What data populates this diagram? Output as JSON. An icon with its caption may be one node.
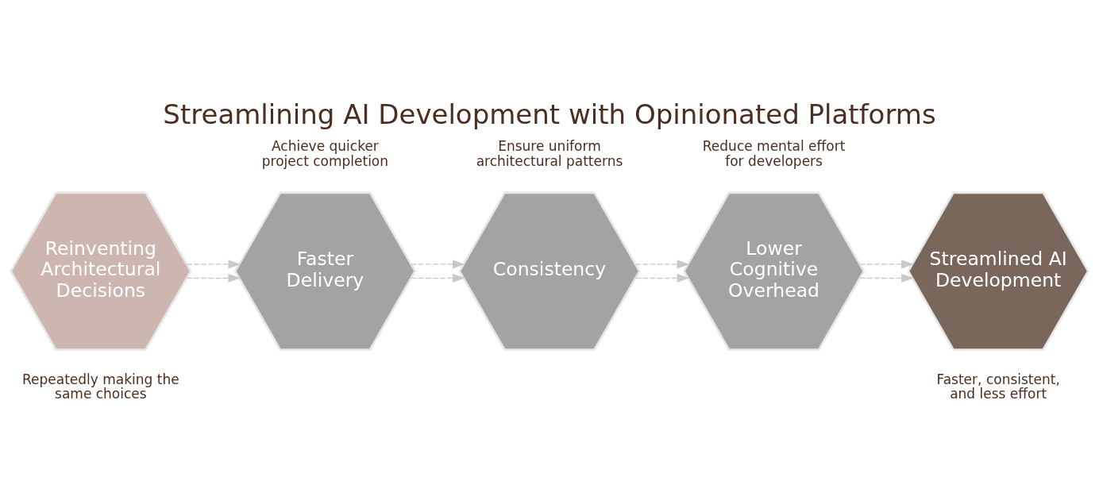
{
  "diagram": {
    "title": "Streamlining AI Development with Opinionated Platforms",
    "nodes": [
      {
        "text": [
          "Reinventing Architectural Decisions"
        ],
        "beside": [
          "Repeatedly making the same choices"
        ]
      },
      {
        "text": [
          "Faster Delivery"
        ],
        "beside": [
          "Achieve quicker project completion"
        ]
      },
      {
        "text": [
          "Consistency"
        ],
        "beside": [
          "Ensure uniform architectural patterns"
        ]
      },
      {
        "text": [
          "Lower Cognitive Overhead"
        ],
        "beside": [
          "Reduce mental effort for developers"
        ]
      },
      {
        "text": [
          "Streamlined AI Development"
        ],
        "beside": [
          "Faster, consistent, and less effort"
        ]
      }
    ],
    "edges": [
      {
        "from": 0,
        "to": 1,
        "arrow": "to",
        "style": "dashed"
      },
      {
        "from": 1,
        "to": 2,
        "arrow": "to",
        "style": "dashed"
      },
      {
        "from": 2,
        "to": 3,
        "arrow": "to",
        "style": "dashed"
      },
      {
        "from": 3,
        "to": 4,
        "arrow": "to",
        "style": "dashed"
      },
      {
        "from": 0,
        "to": 1,
        "arrow": "to",
        "style": "dashed"
      },
      {
        "from": 1,
        "to": 2,
        "arrow": "to",
        "style": "dashed"
      },
      {
        "from": 2,
        "to": 3,
        "arrow": "to",
        "style": "dashed"
      },
      {
        "from": 3,
        "to": 4,
        "arrow": "to",
        "style": "dashed"
      }
    ]
  }
}
